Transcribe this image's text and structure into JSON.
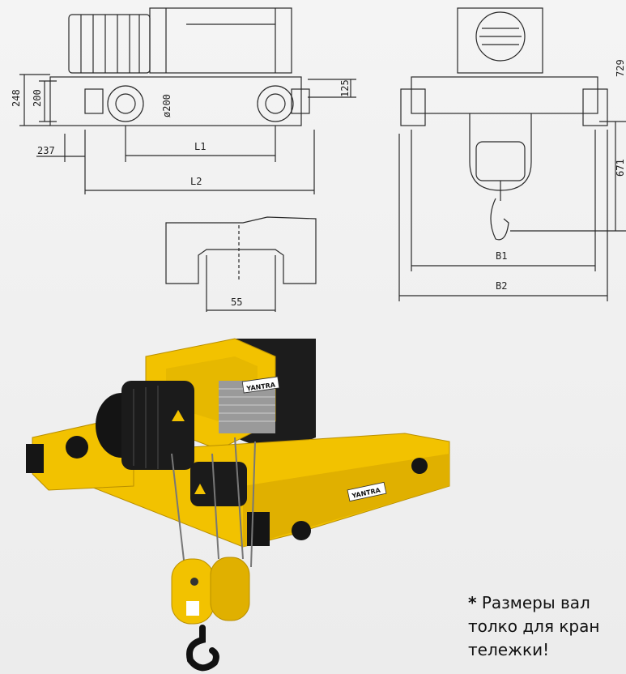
{
  "side_view": {
    "dim_total_height": "248",
    "dim_body_height": "200",
    "dim_wheel_diameter": "ø200",
    "dim_offset": "125",
    "dim_end": "237",
    "dim_l1": "L1",
    "dim_l2": "L2"
  },
  "rail_profile": {
    "dim_width": "55"
  },
  "front_view": {
    "dim_top": "729",
    "dim_side": "671",
    "dim_b1": "B1",
    "dim_b2": "B2"
  },
  "product": {
    "brand_label": "YANTRA"
  },
  "note": {
    "star": "*",
    "line1": " Размеры вал",
    "line2": "толко для кран",
    "line3": "тележки!"
  },
  "colors": {
    "body_yellow": "#f2c200",
    "motor_black": "#1b1b1b",
    "line": "#2a2a2a"
  }
}
